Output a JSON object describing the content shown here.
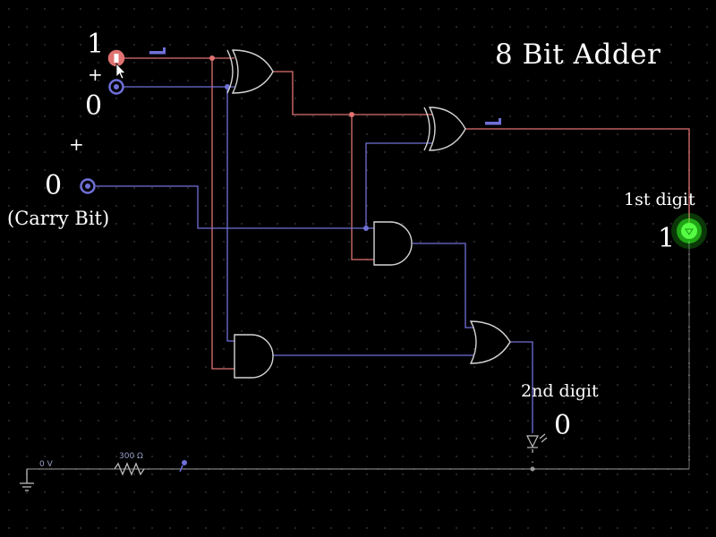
{
  "title": "8 Bit Adder",
  "inputs": {
    "a_value": "1",
    "b_value": "0",
    "carry_value": "0",
    "carry_label": "(Carry Bit)",
    "plus_sign": "+"
  },
  "outputs": {
    "first_digit_label": "1st digit",
    "first_digit_value": "1",
    "second_digit_label": "2nd digit",
    "second_digit_value": "0"
  },
  "components": {
    "voltage_label": "0 V",
    "resistor_label": "300 Ω"
  },
  "icons": [
    "toggle-switch-icon",
    "xor-gate-icon",
    "and-gate-icon",
    "or-gate-icon",
    "led-icon",
    "resistor-icon",
    "ground-icon",
    "mouse-cursor-icon"
  ],
  "colors": {
    "background": "#000000",
    "high_wire": "#e07272",
    "low_wire": "#6f70d8",
    "neutral_wire": "#9b9b9b",
    "gate_outline": "#d4d4d4",
    "led_on": "#33ff22",
    "text": "#ffffff"
  }
}
